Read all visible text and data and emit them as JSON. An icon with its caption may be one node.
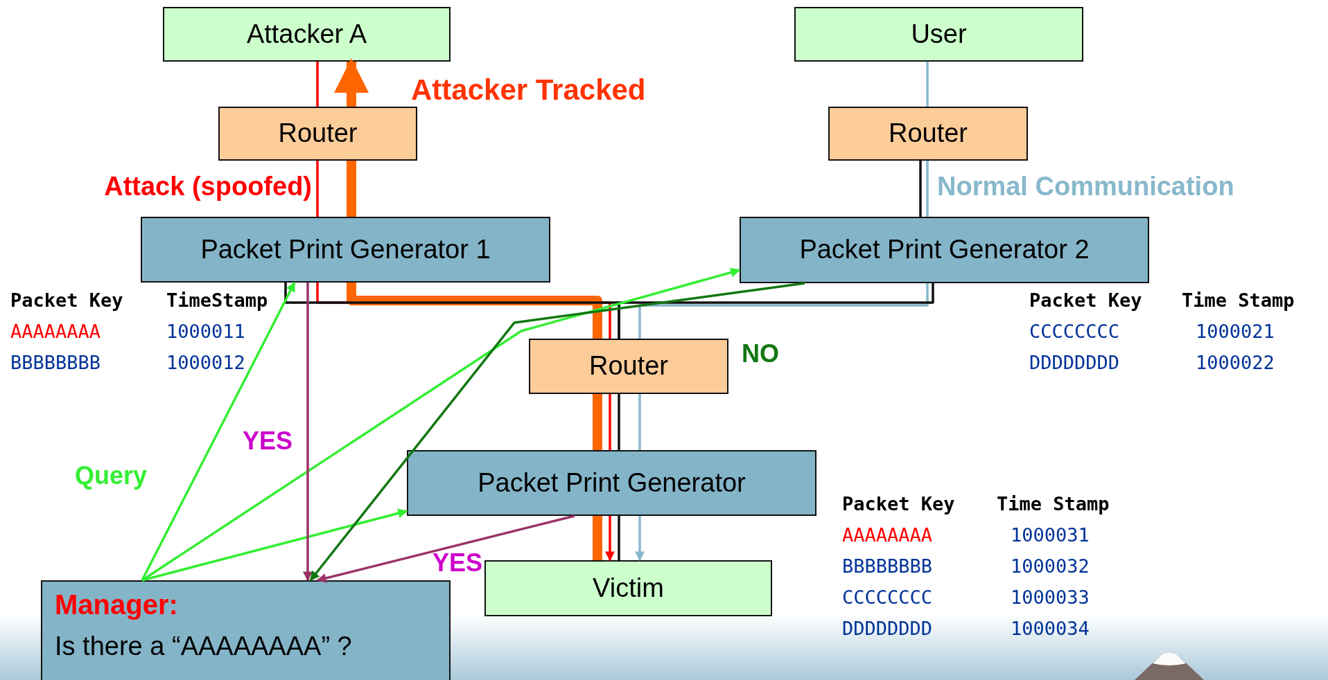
{
  "diagram": {
    "nodes": [
      {
        "text": [
          "Attacker  A"
        ]
      },
      {
        "text": [
          "User"
        ]
      },
      {
        "text": [
          "Router"
        ]
      },
      {
        "text": [
          "Router"
        ]
      },
      {
        "text": [
          "Packet Print Generator 1"
        ],
        "beside": [
          "Packet Key",
          "TimeStamp",
          "AAAAAAAA",
          "1000011",
          "BBBBBBBB",
          "1000012"
        ]
      },
      {
        "text": [
          "Packet Print Generator  2"
        ],
        "beside": [
          "Packet Key",
          "Time Stamp",
          "CCCCCCCC",
          "1000021",
          "DDDDDDDD",
          "1000022"
        ]
      },
      {
        "text": [
          "Router"
        ]
      },
      {
        "text": [
          "Packet Print Generator"
        ],
        "beside": [
          "Packet Key",
          "Time Stamp",
          "AAAAAAAA",
          "1000031",
          "BBBBBBBB",
          "1000032",
          "CCCCCCCC",
          "1000033",
          "DDDDDDDD",
          "1000034"
        ]
      },
      {
        "text": [
          "Victim"
        ]
      },
      {
        "text": [
          "Manager:",
          "Is there a “AAAAAAAA” ?"
        ]
      }
    ],
    "edges": [
      {
        "from": 0,
        "to": 2,
        "arrow": "none",
        "color": "#ff0000"
      },
      {
        "from": 2,
        "to": 4,
        "arrow": "none",
        "label": "Attack (spoofed)",
        "color": "#ff0000"
      },
      {
        "from": 4,
        "to": 6,
        "arrow": "none",
        "color": "#ff0000"
      },
      {
        "from": 6,
        "to": 7,
        "arrow": "none",
        "color": "#ff0000"
      },
      {
        "from": 7,
        "to": 8,
        "arrow": "to",
        "color": "#ff0000"
      },
      {
        "from": 8,
        "to": 7,
        "arrow": "none",
        "style": "thick",
        "color": "#ff6600"
      },
      {
        "from": 7,
        "to": 6,
        "arrow": "none",
        "style": "thick",
        "color": "#ff6600"
      },
      {
        "from": 6,
        "to": 4,
        "arrow": "none",
        "style": "thick",
        "color": "#ff6600"
      },
      {
        "from": 4,
        "to": 2,
        "arrow": "none",
        "style": "thick",
        "color": "#ff6600"
      },
      {
        "from": 2,
        "to": 0,
        "arrow": "to",
        "label": "Attacker Tracked",
        "style": "thick",
        "color": "#ff6600"
      },
      {
        "from": 1,
        "to": 3,
        "arrow": "none",
        "color": "#88b8cc"
      },
      {
        "from": 3,
        "to": 5,
        "arrow": "none",
        "label": "Normal Communication",
        "color": "#88b8cc"
      },
      {
        "from": 5,
        "to": 6,
        "arrow": "none",
        "color": "#88b8cc"
      },
      {
        "from": 6,
        "to": 7,
        "arrow": "none",
        "color": "#88b8cc"
      },
      {
        "from": 7,
        "to": 8,
        "arrow": "to",
        "color": "#88b8cc"
      },
      {
        "from": 3,
        "to": 5,
        "arrow": "none",
        "color": "#111111"
      },
      {
        "from": 4,
        "to": 6,
        "arrow": "none",
        "color": "#111111"
      },
      {
        "from": 5,
        "to": 6,
        "arrow": "none",
        "color": "#111111"
      },
      {
        "from": 6,
        "to": 7,
        "arrow": "none",
        "color": "#111111"
      },
      {
        "from": 7,
        "to": 8,
        "arrow": "none",
        "color": "#111111"
      },
      {
        "from": 9,
        "to": 4,
        "arrow": "to",
        "label": "Query",
        "color": "#33ee33"
      },
      {
        "from": 9,
        "to": 5,
        "arrow": "to",
        "color": "#33ee33"
      },
      {
        "from": 9,
        "to": 7,
        "arrow": "to",
        "color": "#33ee33"
      },
      {
        "from": 4,
        "to": 9,
        "arrow": "to",
        "label": "YES",
        "color": "#993366"
      },
      {
        "from": 7,
        "to": 9,
        "arrow": "to",
        "label": "YES",
        "color": "#993366"
      },
      {
        "from": 5,
        "to": 9,
        "arrow": "to",
        "label": "NO",
        "color": "#117711"
      }
    ]
  }
}
